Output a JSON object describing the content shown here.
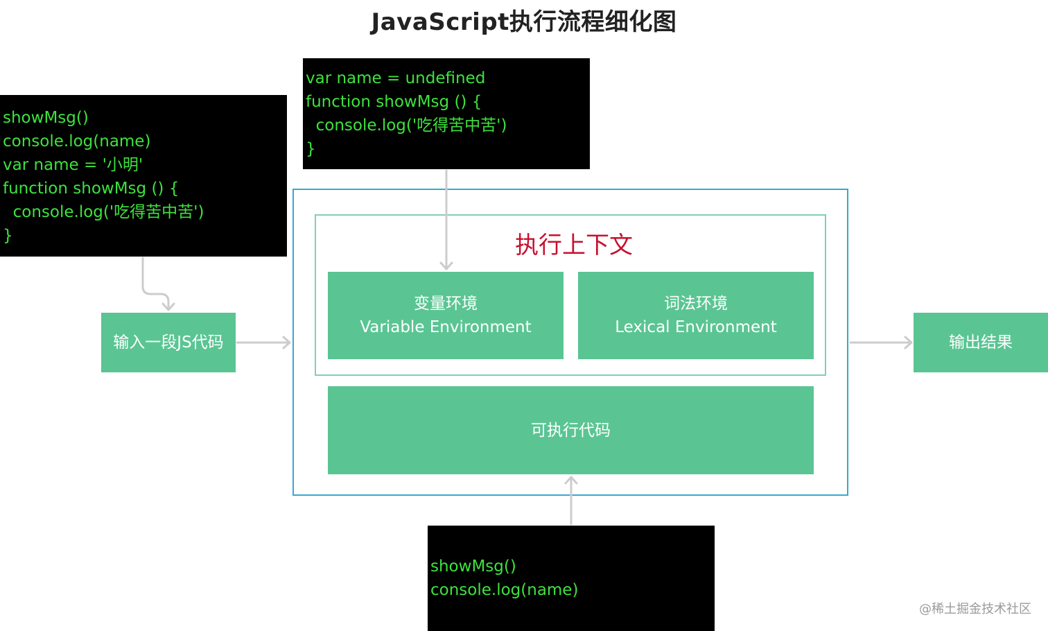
{
  "title": "JavaScript执行流程细化图",
  "code_left": {
    "lines": [
      "showMsg()",
      "console.log(name)",
      "var name = '小明'",
      "function showMsg () {",
      "  console.log('吃得苦中苦')",
      "}"
    ]
  },
  "code_top": {
    "lines": [
      "var name = undefined",
      "function showMsg () {",
      "  console.log('吃得苦中苦')",
      "}"
    ]
  },
  "code_bottom": {
    "lines": [
      "showMsg()",
      "console.log(name)"
    ]
  },
  "input_box": {
    "label": "输入一段JS代码"
  },
  "output_box": {
    "label": "输出结果"
  },
  "execution_context": {
    "label": "执行上下文",
    "variable_env": {
      "cn": "变量环境",
      "en": "Variable Environment"
    },
    "lexical_env": {
      "cn": "词法环境",
      "en": "Lexical Environment"
    }
  },
  "executable_code": {
    "label": "可执行代码"
  },
  "watermark": "@稀土掘金技术社区",
  "colors": {
    "code_bg": "#000000",
    "code_text": "#3ee23e",
    "box_green": "#5ac593",
    "context_label": "#c8102e",
    "outer_border": "#3aa6d0",
    "arrow": "#cccccc"
  }
}
